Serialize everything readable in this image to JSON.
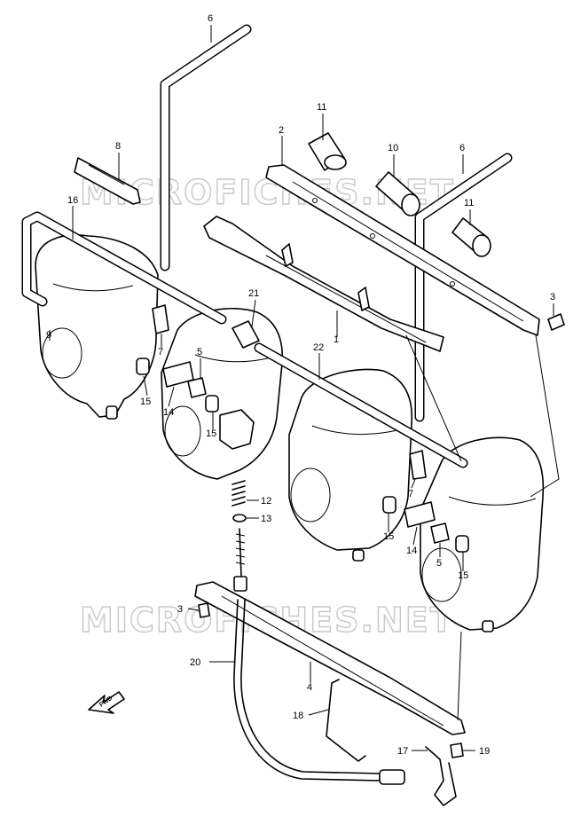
{
  "watermark_text": "MICROFICHES.NET",
  "direction_marker": "FWD",
  "callouts": [
    "6",
    "8",
    "11",
    "2",
    "10",
    "6",
    "11",
    "16",
    "3",
    "21",
    "1",
    "22",
    "9",
    "7",
    "5",
    "15",
    "14",
    "15",
    "7",
    "15",
    "14",
    "5",
    "15",
    "12",
    "13",
    "3",
    "20",
    "4",
    "18",
    "17",
    "19"
  ]
}
